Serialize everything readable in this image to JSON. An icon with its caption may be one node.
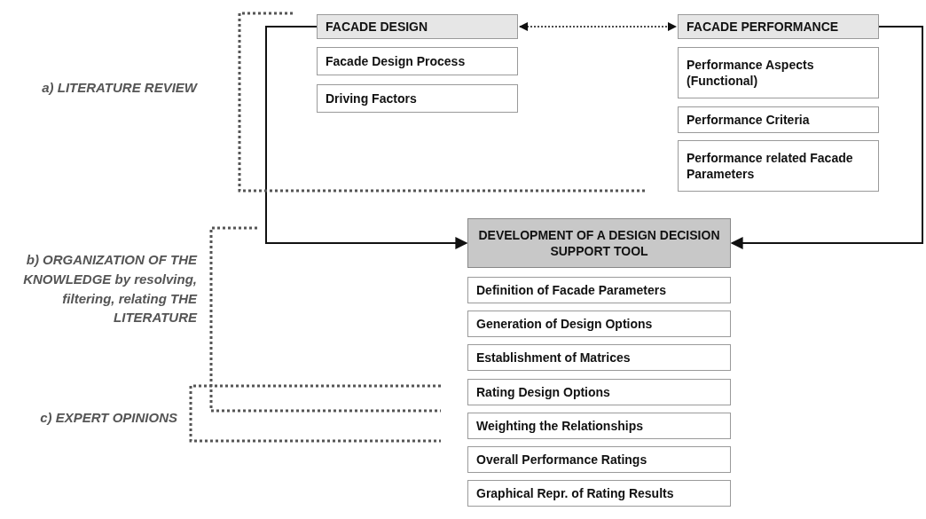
{
  "diagram": {
    "nodes": [
      {
        "text": [
          "FACADE DESIGN"
        ]
      },
      {
        "text": [
          "Facade Design Process"
        ]
      },
      {
        "text": [
          "Driving Factors"
        ]
      },
      {
        "text": [
          "FACADE PERFORMANCE"
        ]
      },
      {
        "text": [
          "Performance Aspects (Functional)"
        ]
      },
      {
        "text": [
          "Performance Criteria"
        ]
      },
      {
        "text": [
          "Performance related Facade Parameters"
        ]
      },
      {
        "text": [
          "DEVELOPMENT OF A DESIGN DECISION SUPPORT TOOL"
        ]
      },
      {
        "text": [
          "Definition of Facade Parameters"
        ]
      },
      {
        "text": [
          "Generation of Design Options"
        ]
      },
      {
        "text": [
          "Establishment of Matrices"
        ]
      },
      {
        "text": [
          "Rating Design Options"
        ]
      },
      {
        "text": [
          "Weighting the Relationships"
        ]
      },
      {
        "text": [
          "Overall Performance Ratings"
        ]
      },
      {
        "text": [
          "Graphical Repr. of Rating Results"
        ]
      }
    ],
    "edges": [
      {
        "from": 0,
        "to": 3,
        "arrow": "both",
        "style": "dashed"
      },
      {
        "from": 0,
        "to": 7,
        "arrow": "to"
      },
      {
        "from": 3,
        "to": 7,
        "arrow": "to"
      }
    ],
    "labels": [
      "a) LITERATURE REVIEW",
      "b) ORGANIZATION OF THE KNOWLEDGE by resolving, filtering, relating THE LITERATURE",
      "c) EXPERT OPINIONS"
    ]
  }
}
